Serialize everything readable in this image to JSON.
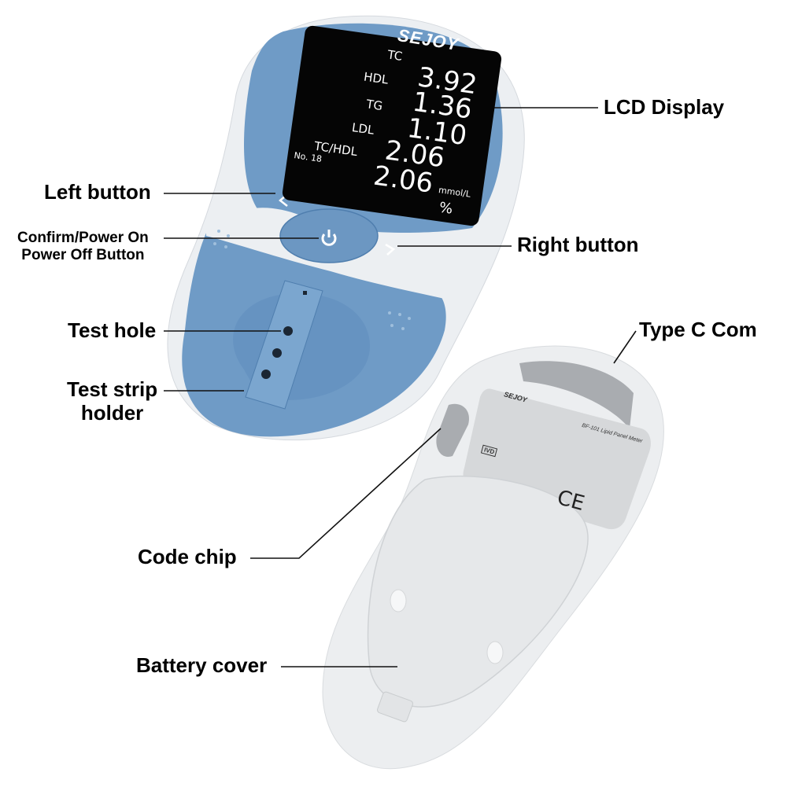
{
  "diagram": {
    "title": "",
    "brand": "SEJOY",
    "device_front": {
      "lcd": {
        "rows": [
          {
            "label": "TC",
            "value": "3.92"
          },
          {
            "label": "HDL",
            "value": "1.36"
          },
          {
            "label": "TG",
            "value": "1.10"
          },
          {
            "label": "LDL",
            "value": "2.06"
          },
          {
            "label": "TC/HDL",
            "value": "2.06"
          }
        ],
        "unit_mmol": "mmol/L",
        "unit_pct": "%",
        "memory_no": "No. 18"
      }
    },
    "device_back": {
      "label_brand": "SEJOY",
      "model": "BF-101 Lipid Panel Meter",
      "ivd": "IVD",
      "ce": "CE"
    },
    "callouts": [
      {
        "id": "lcd-display",
        "text": "LCD Display"
      },
      {
        "id": "left-button",
        "text": "Left button"
      },
      {
        "id": "confirm-power",
        "text": "Confirm/Power On",
        "text2": "Power Off Button"
      },
      {
        "id": "right-button",
        "text": "Right button"
      },
      {
        "id": "test-hole",
        "text": "Test hole"
      },
      {
        "id": "test-strip-holder",
        "text": "Test strip",
        "text2": "holder"
      },
      {
        "id": "type-c",
        "text": "Type C Com"
      },
      {
        "id": "code-chip",
        "text": "Code chip"
      },
      {
        "id": "battery-cover",
        "text": "Battery cover"
      }
    ],
    "colors": {
      "device_blue": "#6f9bc6",
      "device_blue_dark": "#4f7eae",
      "device_white": "#eef0f2",
      "lcd_bg": "#050505",
      "text": "#000000"
    }
  }
}
